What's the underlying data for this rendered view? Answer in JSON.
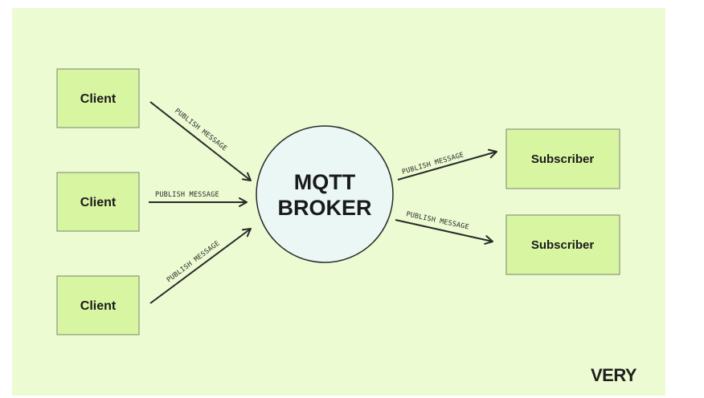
{
  "colors": {
    "background": "#edfbd2",
    "box_fill": "#d8f5a2",
    "box_stroke": "#8a9a7a",
    "broker_fill": "#ebf7f5",
    "line": "#2a2a2a"
  },
  "clients": [
    {
      "label": "Client"
    },
    {
      "label": "Client"
    },
    {
      "label": "Client"
    }
  ],
  "broker": {
    "line1": "MQTT",
    "line2": "BROKER"
  },
  "subscribers": [
    {
      "label": "Subscriber"
    },
    {
      "label": "Subscriber"
    }
  ],
  "messages": {
    "client1": "PUBLISH MESSAGE",
    "client2": "PUBLISH MESSAGE",
    "client3": "PUBLISH MESSAGE",
    "subscriber1": "PUBLISH MESSAGE",
    "subscriber2": "PUBLISH MESSAGE"
  },
  "brand": {
    "logo_text": "VERY"
  }
}
